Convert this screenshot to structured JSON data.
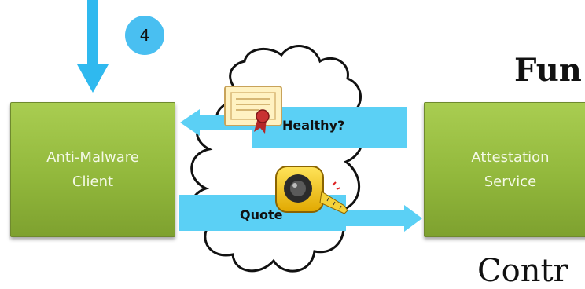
{
  "step_badge": "4",
  "nodes": {
    "client": [
      "Anti-Malware",
      "Client"
    ],
    "service": [
      "Attestation",
      "Service"
    ]
  },
  "messages": {
    "healthy": "Healthy?",
    "quote": "Quote"
  },
  "heading_fragment": "Fun",
  "body_fragment": "Contr",
  "colors": {
    "node_green": "#92b83c",
    "arrow_blue": "#2fb9ef",
    "callout_blue": "#5bd0f5",
    "badge_blue": "#49bff1"
  },
  "icons": [
    "certificate-icon",
    "tape-measure-icon",
    "cloud-shape"
  ]
}
